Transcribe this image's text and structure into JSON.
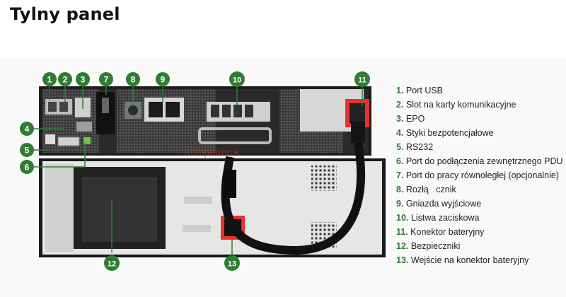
{
  "page": {
    "title": "Tylny panel"
  },
  "watermark": "Komputronik",
  "callouts": [
    "1",
    "2",
    "3",
    "4",
    "5",
    "6",
    "7",
    "8",
    "9",
    "10",
    "11",
    "12",
    "13"
  ],
  "legend": [
    {
      "num": "1.",
      "label": "Port USB"
    },
    {
      "num": "2.",
      "label": "Slot na karty komunikacyjne"
    },
    {
      "num": "3.",
      "label": "EPO"
    },
    {
      "num": "4.",
      "label": "Styki bezpotencjałowe"
    },
    {
      "num": "5.",
      "label": "RS232"
    },
    {
      "num": "6.",
      "label": "Port do podłączenia zewnętrznego PDU"
    },
    {
      "num": "7.",
      "label": "Port do pracy równoległej (opcjonalnie)"
    },
    {
      "num": "8.",
      "label": "Rozłą   cznik"
    },
    {
      "num": "9.",
      "label": "Gniazda wyjściowe"
    },
    {
      "num": "10.",
      "label": "Listwa zaciskowa"
    },
    {
      "num": "11.",
      "label": "Konektor bateryjny"
    },
    {
      "num": "12.",
      "label": "Bezpieczniki"
    },
    {
      "num": "13.",
      "label": "Wejście na konektor bateryjny"
    }
  ],
  "colors": {
    "callout": "#2e7d32",
    "accent_red": "#e8322f",
    "device_dark": "#1e1e1e"
  }
}
